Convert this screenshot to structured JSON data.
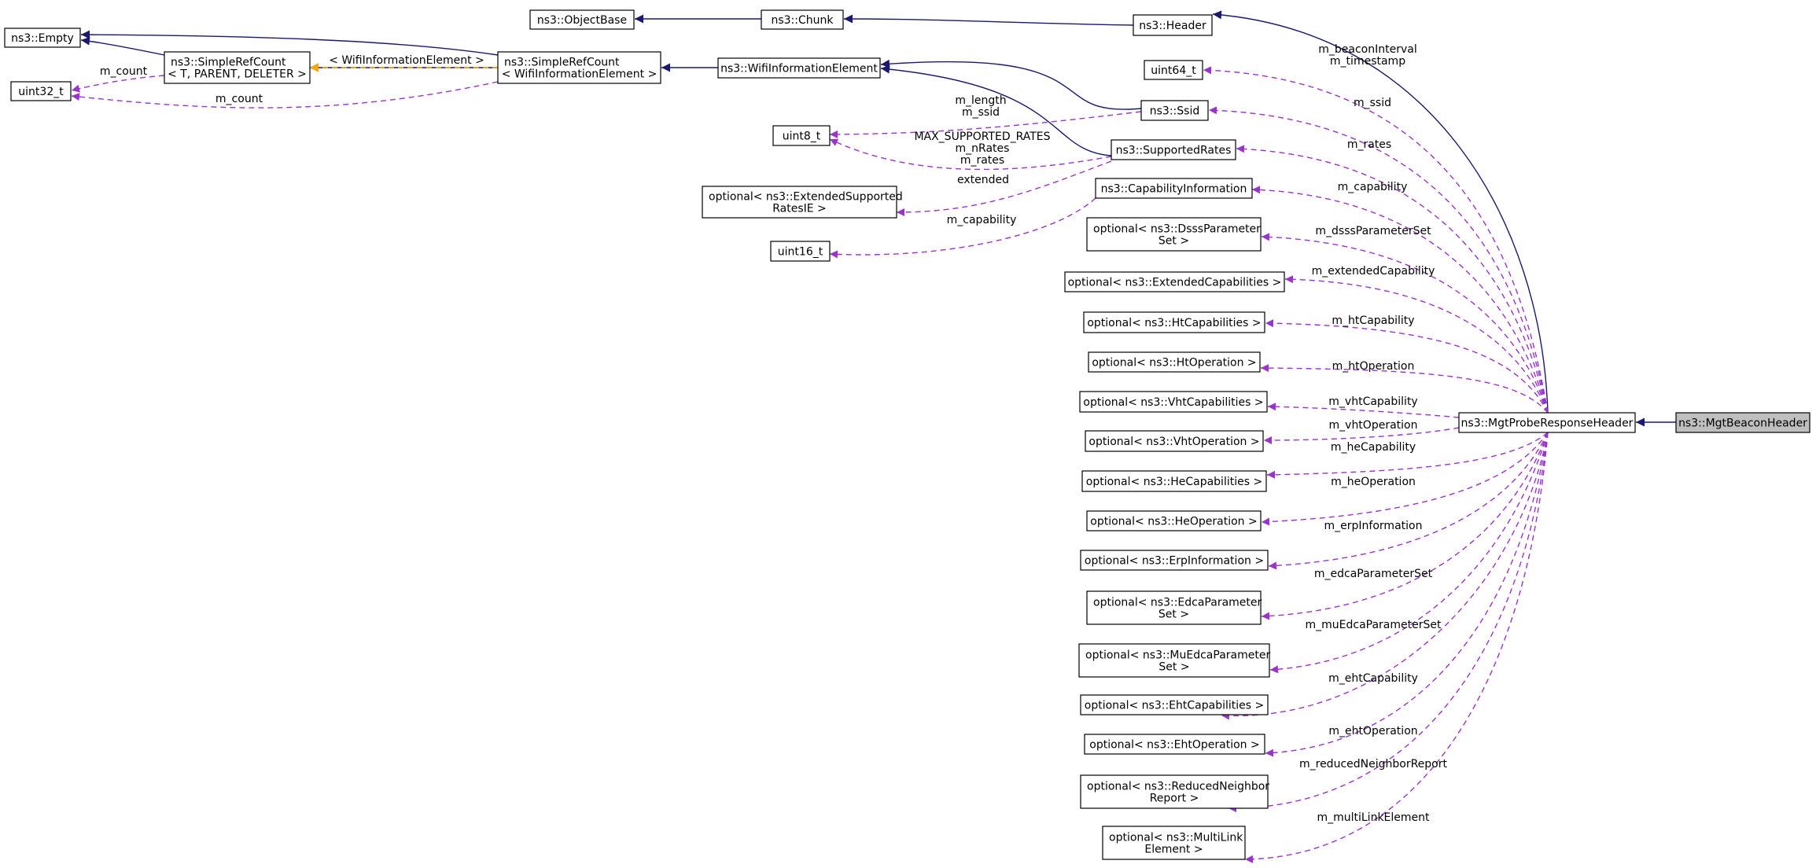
{
  "diagram": {
    "colors": {
      "inheritance": "#191970",
      "member": "#9a32cd",
      "template": "#ffa500",
      "highlight_fill": "#bfbfbf"
    },
    "nodes": {
      "empty": [
        "ns3::Empty"
      ],
      "objectbase": [
        "ns3::ObjectBase"
      ],
      "chunk": [
        "ns3::Chunk"
      ],
      "header": [
        "ns3::Header"
      ],
      "src_tpl": [
        "ns3::SimpleRefCount",
        "< T, PARENT, DELETER >"
      ],
      "src_wie": [
        "ns3::SimpleRefCount",
        "< WifiInformationElement >"
      ],
      "wie": [
        "ns3::WifiInformationElement"
      ],
      "uint32": [
        "uint32_t"
      ],
      "uint64": [
        "uint64_t"
      ],
      "ssid": [
        "ns3::Ssid"
      ],
      "uint8": [
        "uint8_t"
      ],
      "rates": [
        "ns3::SupportedRates"
      ],
      "extrates": [
        "optional< ns3::ExtendedSupported",
        "RatesIE >"
      ],
      "capinfo": [
        "ns3::CapabilityInformation"
      ],
      "uint16": [
        "uint16_t"
      ],
      "dsss": [
        "optional< ns3::DsssParameter",
        "Set >"
      ],
      "extcap": [
        "optional< ns3::ExtendedCapabilities >"
      ],
      "htcap": [
        "optional< ns3::HtCapabilities >"
      ],
      "htop": [
        "optional< ns3::HtOperation >"
      ],
      "vhtcap": [
        "optional< ns3::VhtCapabilities >"
      ],
      "vhtop": [
        "optional< ns3::VhtOperation >"
      ],
      "hecap": [
        "optional< ns3::HeCapabilities >"
      ],
      "heop": [
        "optional< ns3::HeOperation >"
      ],
      "erp": [
        "optional< ns3::ErpInformation >"
      ],
      "edca": [
        "optional< ns3::EdcaParameter",
        "Set >"
      ],
      "muedca": [
        "optional< ns3::MuEdcaParameter",
        "Set >"
      ],
      "ehtcap": [
        "optional< ns3::EhtCapabilities >"
      ],
      "ehtop": [
        "optional< ns3::EhtOperation >"
      ],
      "rnr": [
        "optional< ns3::ReducedNeighbor",
        "Report >"
      ],
      "mle": [
        "optional< ns3::MultiLink",
        "Element >"
      ],
      "probe": [
        "ns3::MgtProbeResponseHeader"
      ],
      "beacon": [
        "ns3::MgtBeaconHeader"
      ]
    },
    "edge_labels": {
      "m_count_1": [
        "m_count"
      ],
      "m_count_2": [
        "m_count"
      ],
      "tpl_arg": [
        "< WifiInformationElement >"
      ],
      "beacon_ts": [
        "m_beaconInterval",
        "m_timestamp"
      ],
      "m_ssid": [
        "m_ssid"
      ],
      "len_ssid": [
        "m_length",
        "m_ssid"
      ],
      "rates_u8": [
        "MAX_SUPPORTED_RATES",
        "m_nRates",
        "m_rates"
      ],
      "m_rates": [
        "m_rates"
      ],
      "extended": [
        "extended"
      ],
      "m_capability": [
        "m_capability"
      ],
      "cap_u16": [
        "m_capability"
      ],
      "dsss": [
        "m_dsssParameterSet"
      ],
      "extcap": [
        "m_extendedCapability"
      ],
      "htcap": [
        "m_htCapability"
      ],
      "htop": [
        "m_htOperation"
      ],
      "vhtcap": [
        "m_vhtCapability"
      ],
      "vhtop": [
        "m_vhtOperation"
      ],
      "hecap": [
        "m_heCapability"
      ],
      "heop": [
        "m_heOperation"
      ],
      "erp": [
        "m_erpInformation"
      ],
      "edca": [
        "m_edcaParameterSet"
      ],
      "muedca": [
        "m_muEdcaParameterSet"
      ],
      "ehtcap": [
        "m_ehtCapability"
      ],
      "ehtop": [
        "m_ehtOperation"
      ],
      "rnr": [
        "m_reducedNeighborReport"
      ],
      "mle": [
        "m_multiLinkElement"
      ]
    }
  }
}
